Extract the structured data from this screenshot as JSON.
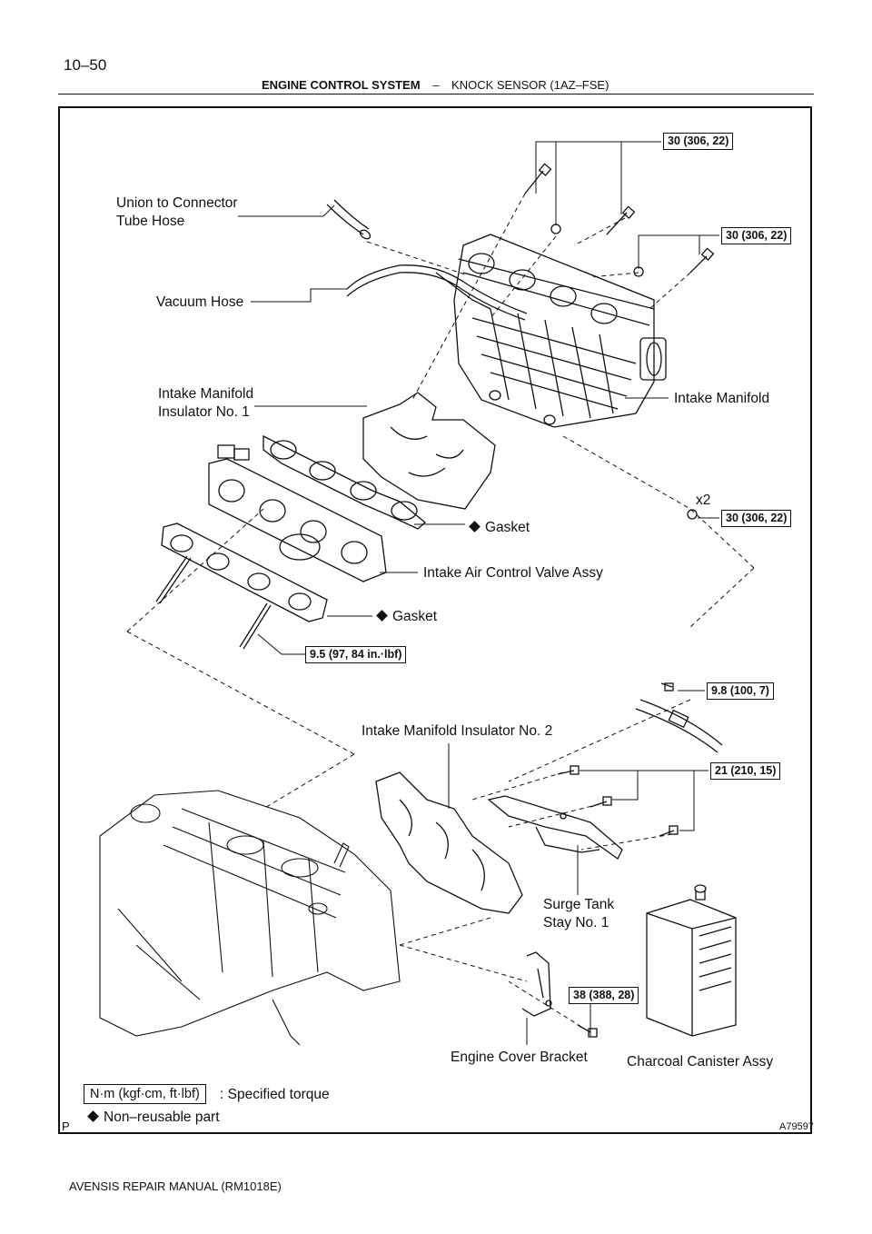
{
  "page": {
    "number": "10–50",
    "header_section": "ENGINE CONTROL SYSTEM",
    "header_separator": "–",
    "header_topic": "KNOCK SENSOR (1AZ–FSE)",
    "footer": "AVENSIS REPAIR MANUAL   (RM1018E)",
    "corner_mark": "P",
    "figure_code": "A79597"
  },
  "labels": {
    "union_hose_line1": "Union to Connector",
    "union_hose_line2": "Tube Hose",
    "vacuum_hose": "Vacuum Hose",
    "insulator1_line1": "Intake Manifold",
    "insulator1_line2": "Insulator No. 1",
    "intake_manifold": "Intake Manifold",
    "quantity": "x2",
    "gasket_upper": "Gasket",
    "intake_air_valve": "Intake Air Control Valve Assy",
    "gasket_lower": "Gasket",
    "insulator2": "Intake Manifold Insulator No. 2",
    "surge_tank_line1": "Surge Tank",
    "surge_tank_line2": "Stay No. 1",
    "engine_cover_bracket": "Engine Cover Bracket",
    "charcoal_canister": "Charcoal Canister Assy"
  },
  "torques": {
    "t1": "30 (306, 22)",
    "t2": "30 (306, 22)",
    "t3": "30 (306, 22)",
    "t4": "9.5 (97, 84 in.·lbf)",
    "t5": "9.8 (100, 7)",
    "t6": "21 (210, 15)",
    "t7": "38 (388, 28)"
  },
  "legend": {
    "unit_box": "N·m (kgf·cm, ft·lbf)",
    "unit_desc": ": Specified torque",
    "nonreusable": "Non–reusable part"
  }
}
